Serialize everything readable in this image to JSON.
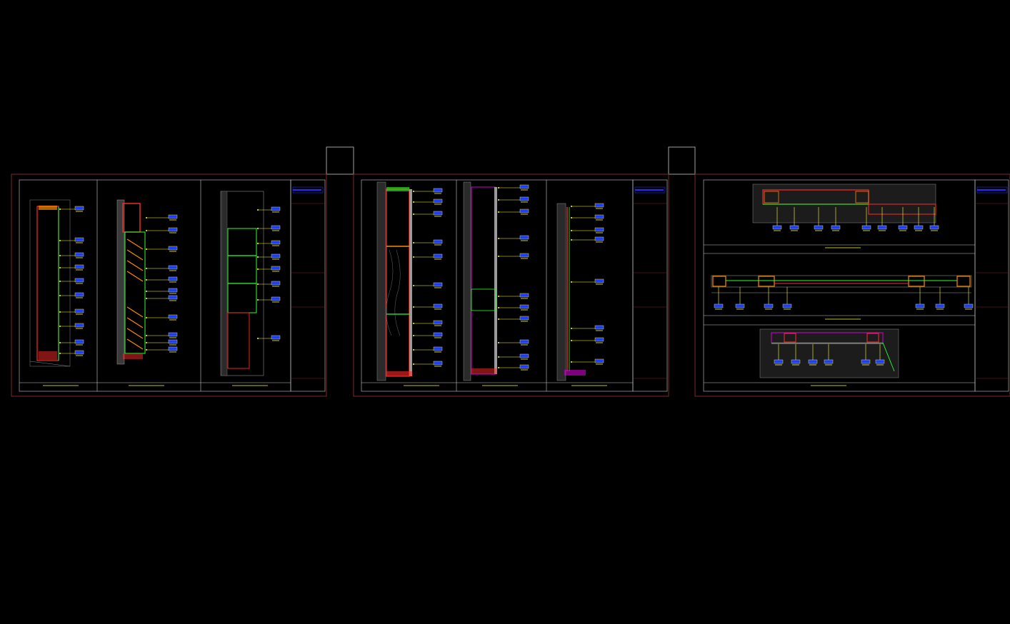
{
  "colors": {
    "background": "#000000",
    "sheet_border": "#7a2a2a",
    "frame": "#c8c8c8",
    "tag_fill": "#1e3cff",
    "tag_text": "#ffff33",
    "leader": "#ffff33",
    "wall": "#b8b8b8",
    "cabinet_red": "#ff2a2a",
    "cabinet_green": "#2bff2b",
    "trim_orange": "#ff8a00",
    "brand_blue": "#2a2aff",
    "magenta": "#d000d0"
  },
  "sheets": [
    {
      "id": "sheet-1",
      "views": 3,
      "brand": "",
      "view_titles": [
        "",
        "",
        ""
      ]
    },
    {
      "id": "sheet-2",
      "views": 3,
      "brand": "",
      "view_titles": [
        "",
        "",
        ""
      ]
    },
    {
      "id": "sheet-3",
      "views": 3,
      "brand": "",
      "view_titles": [
        "",
        "",
        ""
      ]
    }
  ]
}
